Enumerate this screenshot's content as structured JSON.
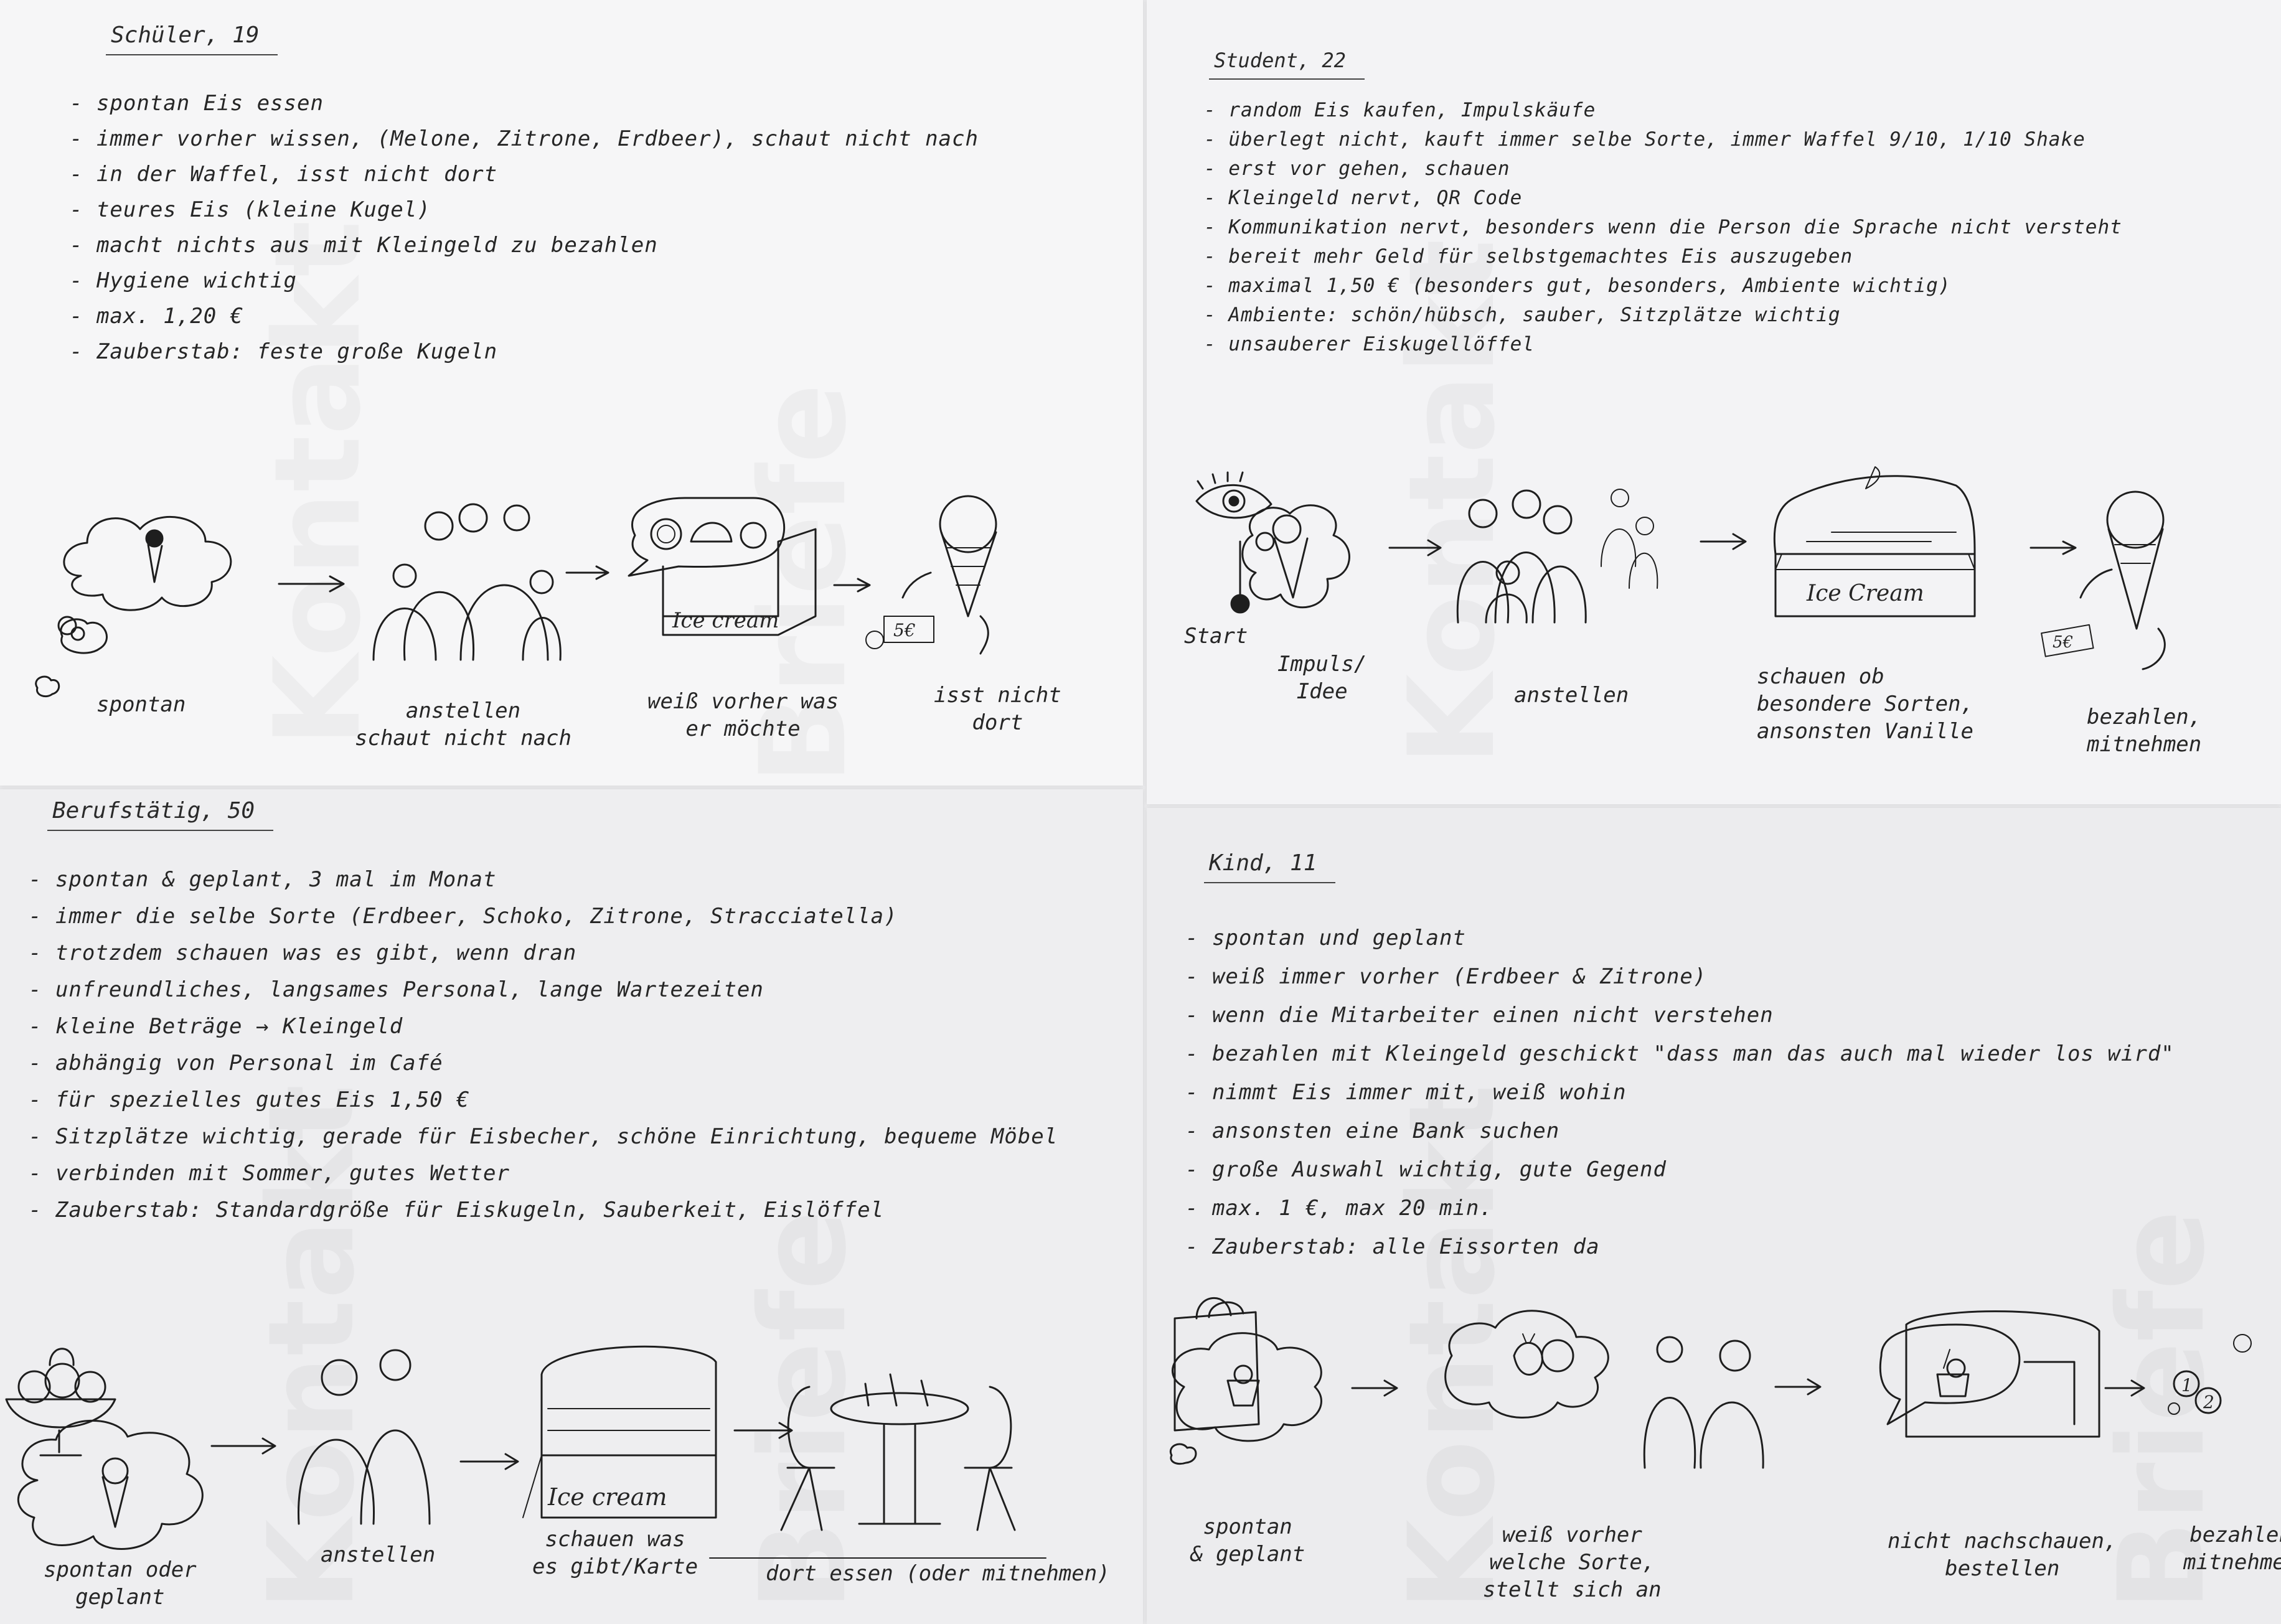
{
  "persona_1": {
    "title": "Schüler, 19",
    "notes": [
      "spontan Eis essen",
      "immer vorher wissen, (Melone, Zitrone, Erdbeer), schaut nicht nach",
      "in der Waffel, isst nicht dort",
      "teures Eis (kleine Kugel)",
      "macht nichts aus mit Kleingeld zu bezahlen",
      "Hygiene wichtig",
      "max. 1,20 €",
      "Zauberstab: feste große Kugeln"
    ],
    "steps": [
      "spontan",
      "anstellen\nschaut nicht nach",
      "weiß vorher was\ner möchte",
      "isst nicht\ndort"
    ],
    "sketch_text": {
      "counter": "Ice cream",
      "money": "5€"
    }
  },
  "persona_2": {
    "title": "Student, 22",
    "notes": [
      "random Eis kaufen, Impulskäufe",
      "überlegt nicht, kauft immer selbe Sorte, immer Waffel 9/10, 1/10 Shake",
      "erst vor gehen, schauen",
      "Kleingeld nervt, QR Code",
      "Kommunikation nervt, besonders wenn die Person die Sprache nicht versteht",
      "bereit mehr Geld für selbstgemachtes Eis auszugeben",
      "maximal 1,50 € (besonders gut, besonders, Ambiente wichtig)",
      "Ambiente: schön/hübsch, sauber, Sitzplätze wichtig",
      "unsauberer Eiskugellöffel"
    ],
    "steps": [
      "Start",
      "Impuls/\nIdee",
      "anstellen",
      "schauen ob\nbesondere Sorten,\nansonsten Vanille",
      "bezahlen,\nmitnehmen"
    ],
    "sketch_text": {
      "counter": "Ice Cream",
      "money": "5€"
    }
  },
  "persona_3": {
    "title": "Berufstätig, 50",
    "notes": [
      "spontan & geplant, 3 mal im Monat",
      "immer die selbe Sorte (Erdbeer, Schoko, Zitrone, Stracciatella)",
      "trotzdem schauen was es gibt, wenn dran",
      "unfreundliches, langsames Personal, lange Wartezeiten",
      "kleine Beträge → Kleingeld",
      "abhängig von Personal im Café",
      "für spezielles gutes Eis 1,50 €",
      "Sitzplätze wichtig, gerade für Eisbecher, schöne Einrichtung, bequeme Möbel",
      "verbinden mit Sommer, gutes Wetter",
      "Zauberstab: Standardgröße für Eiskugeln, Sauberkeit, Eislöffel"
    ],
    "steps": [
      "spontan oder\ngeplant",
      "anstellen",
      "schauen was\nes gibt/Karte",
      "dort essen (oder mitnehmen)"
    ],
    "sketch_text": {
      "counter": "Ice cream"
    }
  },
  "persona_4": {
    "title": "Kind, 11",
    "notes": [
      "spontan und geplant",
      "weiß immer vorher (Erdbeer & Zitrone)",
      "wenn die Mitarbeiter einen nicht verstehen",
      "bezahlen mit Kleingeld geschickt \"dass man das auch mal wieder los wird\"",
      "nimmt Eis immer mit, weiß wohin",
      "ansonsten eine Bank suchen",
      "große Auswahl wichtig, gute Gegend",
      "max. 1 €, max 20 min.",
      "Zauberstab: alle Eissorten da"
    ],
    "steps": [
      "spontan\n& geplant",
      "weiß vorher\nwelche Sorte,\nstellt sich an",
      "nicht nachschauen,\nbestellen",
      "bezahlen\nmitnehmen"
    ],
    "sketch_text": {
      "coin1": "1",
      "coin2": "2"
    }
  },
  "ghost_text": [
    "Kontakt",
    "Briefe"
  ]
}
